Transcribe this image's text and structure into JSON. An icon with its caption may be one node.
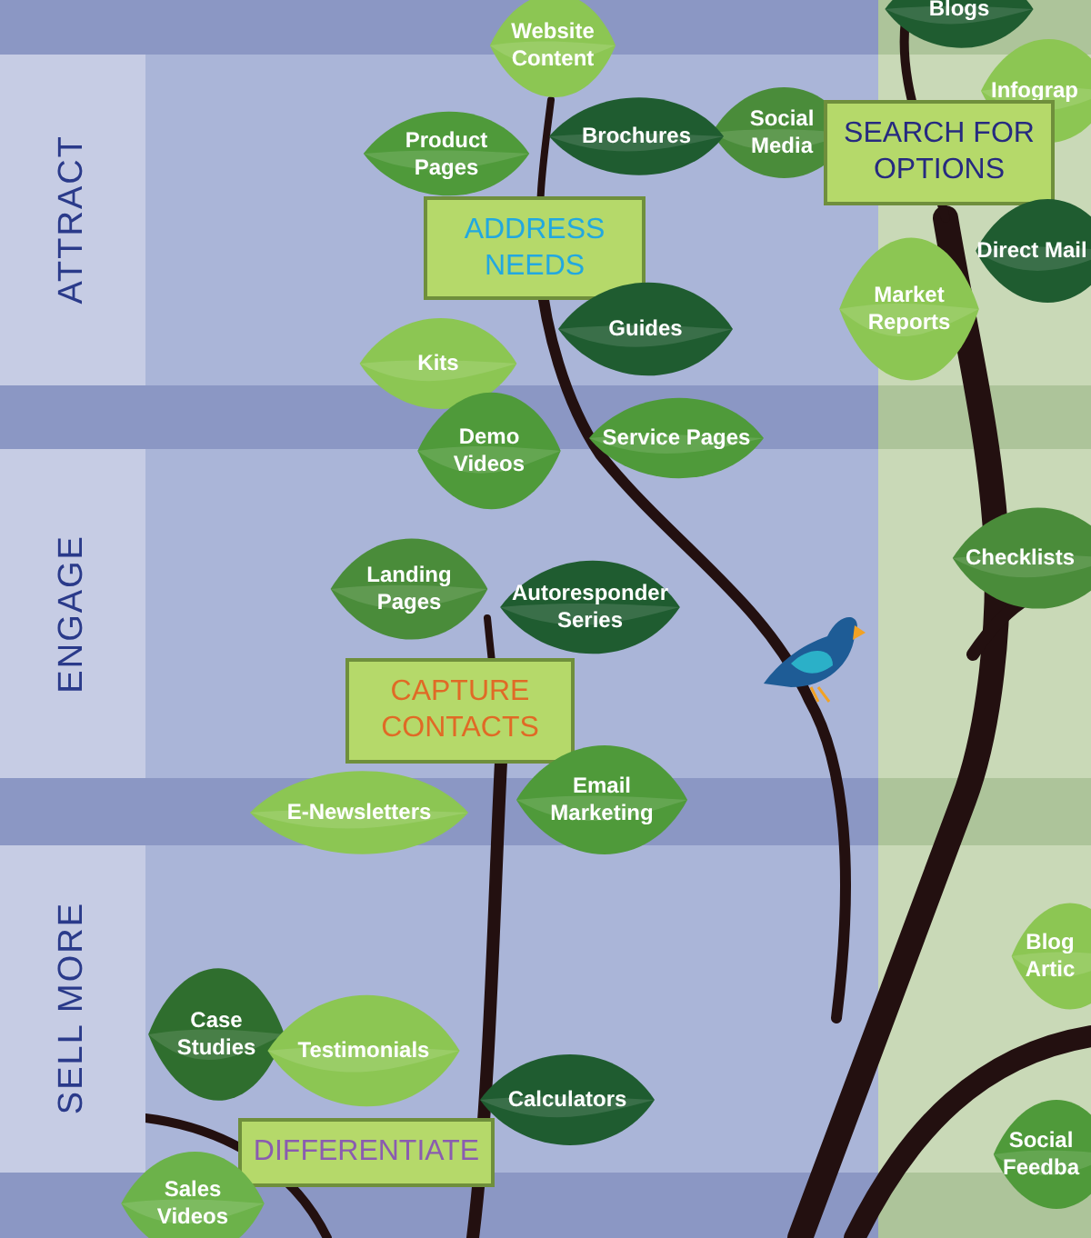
{
  "diagram": {
    "nodes": [
      {
        "text": [
          "Website Content"
        ]
      },
      {
        "text": [
          "Blogs"
        ]
      },
      {
        "text": [
          "ATTRACT"
        ]
      },
      {
        "text": [
          "Infograp"
        ]
      },
      {
        "text": [
          "Social Media"
        ]
      },
      {
        "text": [
          "Brochures"
        ]
      },
      {
        "text": [
          "Product Pages"
        ]
      },
      {
        "text": [
          "SEARCH FOR OPTIONS"
        ]
      },
      {
        "text": [
          "ADDRESS NEEDS"
        ]
      },
      {
        "text": [
          "Direct Mail"
        ]
      },
      {
        "text": [
          "Market Reports"
        ]
      },
      {
        "text": [
          "Guides"
        ]
      },
      {
        "text": [
          "Kits"
        ]
      },
      {
        "text": [
          "Service Pages"
        ]
      },
      {
        "text": [
          "Demo Videos"
        ]
      },
      {
        "text": [
          "ENGAGE"
        ]
      },
      {
        "text": [
          "Checklists"
        ]
      },
      {
        "text": [
          "Landing Pages"
        ]
      },
      {
        "text": [
          "Autoresponder Series"
        ]
      },
      {
        "text": [
          "CAPTURE CONTACTS"
        ]
      },
      {
        "text": [
          "E-Newsletters"
        ]
      },
      {
        "text": [
          "Email Marketing"
        ]
      },
      {
        "text": [
          "SELL MORE"
        ]
      },
      {
        "text": [
          "Blog Artic"
        ]
      },
      {
        "text": [
          "Case Studies"
        ]
      },
      {
        "text": [
          "Testimonials"
        ]
      },
      {
        "text": [
          "Calculators"
        ]
      },
      {
        "text": [
          "DIFFERENTIATE"
        ]
      },
      {
        "text": [
          "Social Feedba"
        ]
      },
      {
        "text": [
          "Sales Videos"
        ]
      }
    ],
    "edges": []
  }
}
